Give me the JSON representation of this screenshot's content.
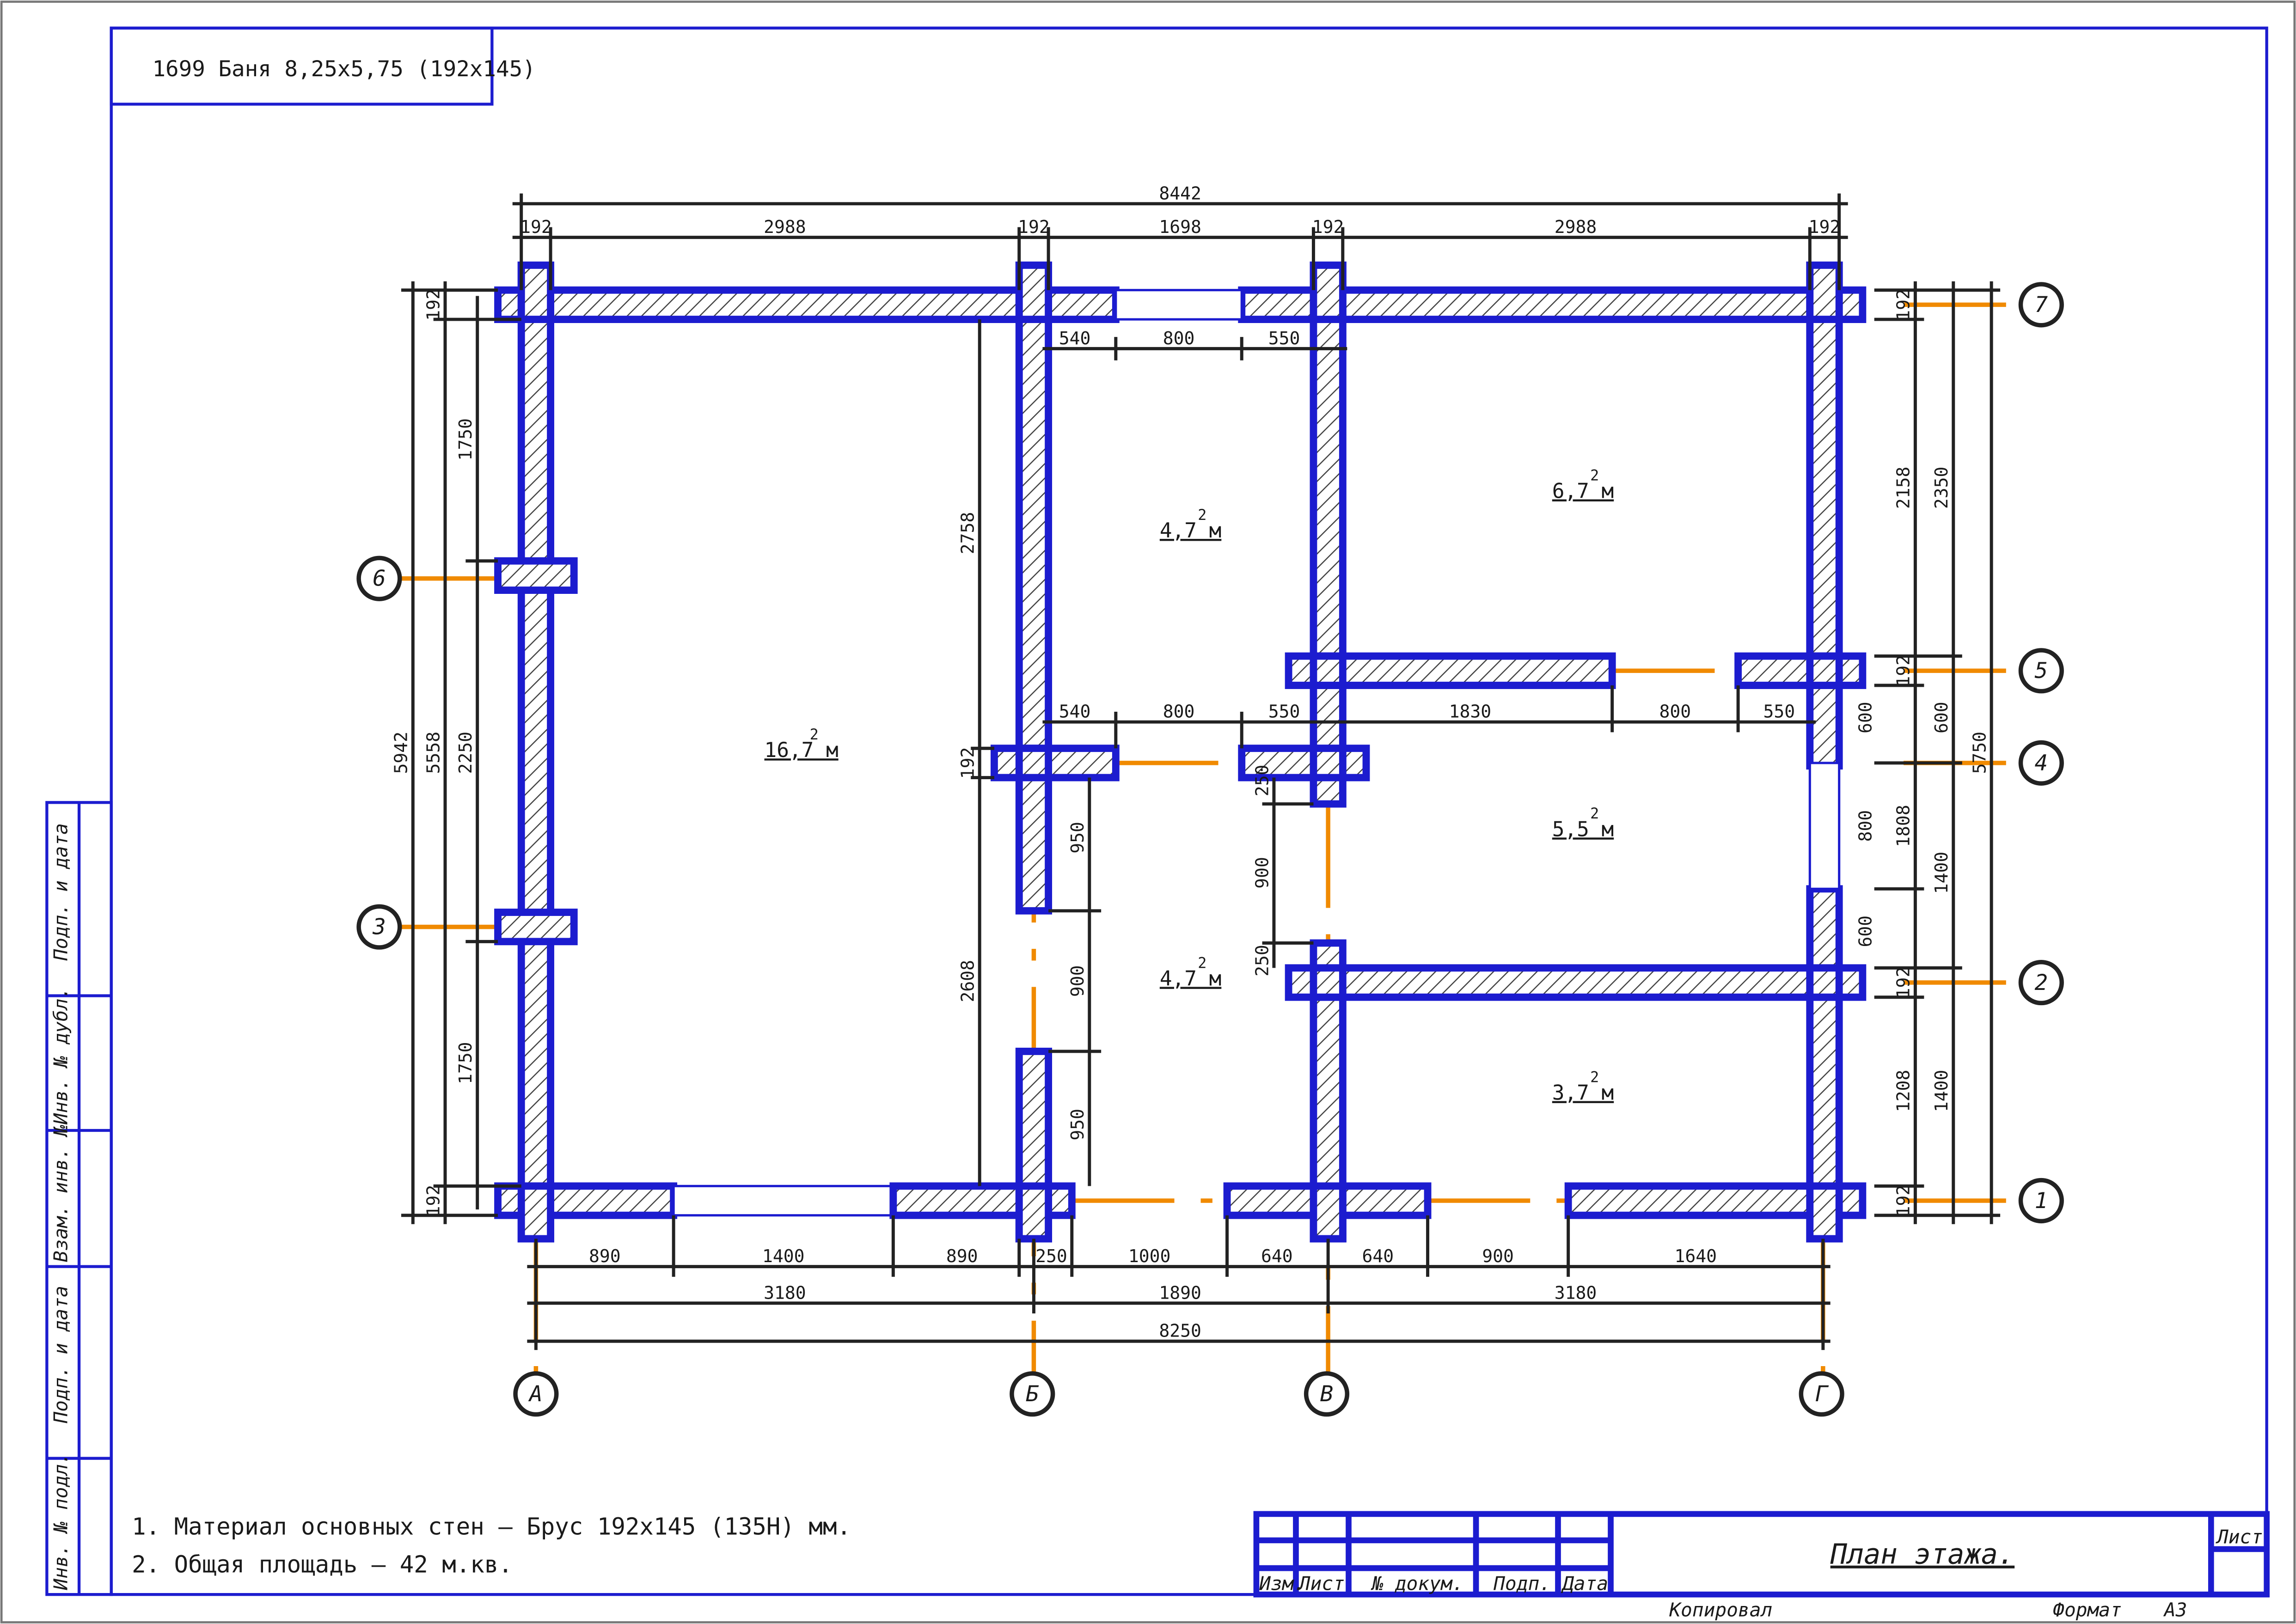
{
  "title": "1699 Баня 8,25х5,75 (192х145)",
  "sheet_title": "План этажа.",
  "notes": [
    "1. Материал основных стен – Брус 192х145 (135Н) мм.",
    "2. Общая площадь – 42 м.кв."
  ],
  "side_stamps": [
    "Подп. и дата",
    "Инв. № дубл.",
    "Взам. инв. №",
    "Подп. и дата",
    "Инв. № подл."
  ],
  "title_block": {
    "columns": [
      "Изм.",
      "Лист",
      "№ докум.",
      "Подп.",
      "Дата"
    ],
    "sheet_label": "Лист",
    "copied": "Копировал",
    "format_label": "Формат",
    "format_value": "А3"
  },
  "axes": {
    "columns": [
      "А",
      "Б",
      "В",
      "Г"
    ],
    "rows": [
      "1",
      "2",
      "3",
      "4",
      "5",
      "6",
      "7"
    ]
  },
  "rooms": [
    {
      "area": "16,7 м",
      "sup": "2"
    },
    {
      "area": "4,7 м",
      "sup": "2"
    },
    {
      "area": "6,7 м",
      "sup": "2"
    },
    {
      "area": "5,5 м",
      "sup": "2"
    },
    {
      "area": "4,7 м",
      "sup": "2"
    },
    {
      "area": "3,7 м",
      "sup": "2"
    }
  ],
  "dims": {
    "overall_top": "8442",
    "top": [
      "192",
      "2988",
      "192",
      "1698",
      "192",
      "2988",
      "192"
    ],
    "inner_top": [
      "540",
      "800",
      "550"
    ],
    "mid": [
      "540",
      "800",
      "550",
      "1830",
      "800",
      "550"
    ],
    "bottom1": [
      "890",
      "1400",
      "890",
      "250",
      "1000",
      "640",
      "640",
      "900",
      "1640"
    ],
    "bottom2": [
      "3180",
      "1890",
      "3180"
    ],
    "bottom3": "8250",
    "left_outer": "5942",
    "left_mid": "5558",
    "left_top192": "192",
    "left_bot192": "192",
    "left_seg": [
      "1750",
      "2250",
      "1750"
    ],
    "inner_left": [
      "2758",
      "2608"
    ],
    "inner_B": [
      "192",
      "950",
      "900",
      "950"
    ],
    "inner_V": [
      "250",
      "900",
      "250"
    ],
    "right1": [
      "192",
      "2158",
      "192",
      "600",
      "800",
      "600",
      "192",
      "1208",
      "192"
    ],
    "right2": [
      "2350",
      "600",
      "1400",
      "1400"
    ],
    "right3": [
      "1808"
    ],
    "right_outer": "5750"
  }
}
